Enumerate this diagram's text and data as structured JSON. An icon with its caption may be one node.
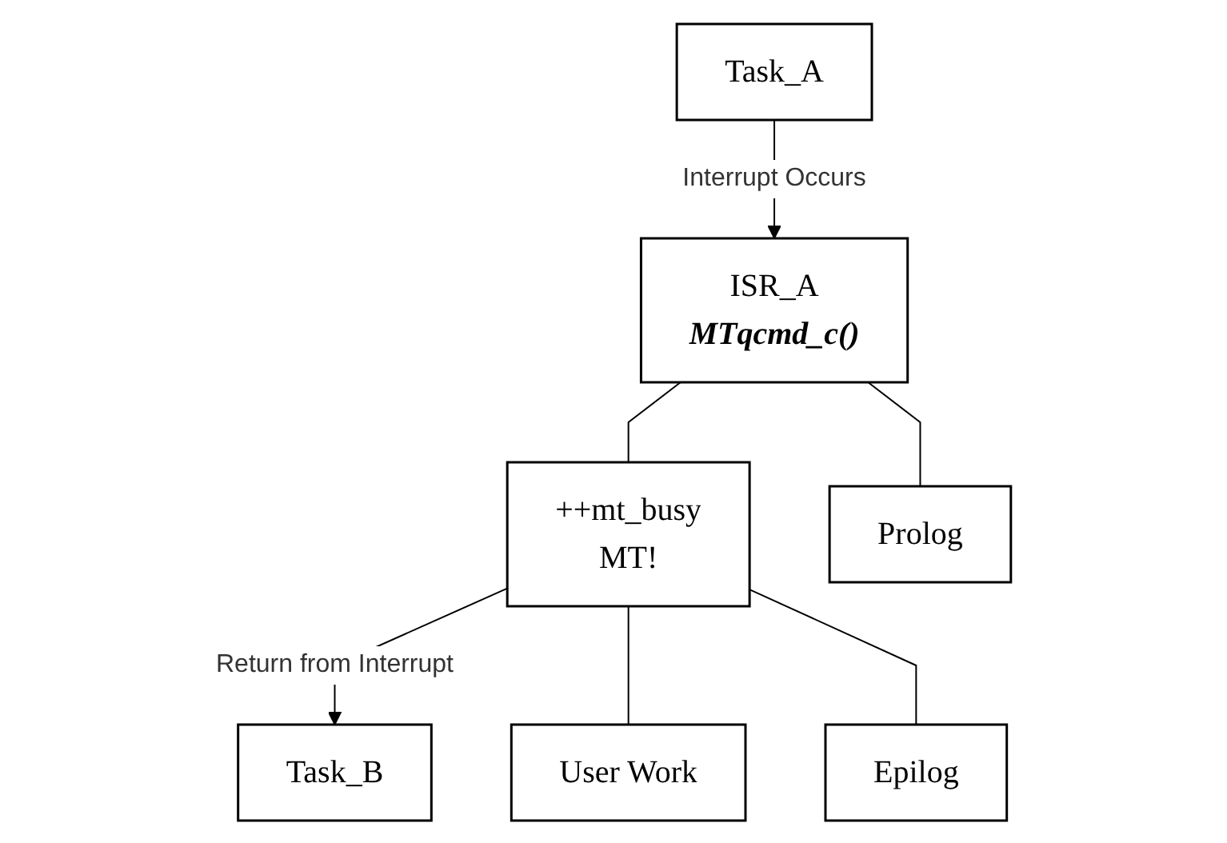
{
  "diagram": {
    "nodes": [
      {
        "text": [
          "Task_A"
        ]
      },
      {
        "text": [
          "ISR_A",
          "MTqcmd_c()"
        ]
      },
      {
        "text": [
          "++mt_busy MT!"
        ]
      },
      {
        "text": [
          "Task_B"
        ]
      },
      {
        "text": [
          "Prolog"
        ]
      },
      {
        "text": [
          "User Work"
        ]
      },
      {
        "text": [
          "Epilog"
        ]
      }
    ],
    "edges": [
      {
        "from": 0,
        "to": 1,
        "arrow": "to",
        "label": "Interrupt Occurs"
      },
      {
        "from": 1,
        "to": 2,
        "arrow": "none"
      },
      {
        "from": 2,
        "to": 3,
        "arrow": "to",
        "label": "Return from Interrupt"
      },
      {
        "from": 1,
        "to": 4,
        "arrow": "none"
      },
      {
        "from": 2,
        "to": 5,
        "arrow": "none"
      },
      {
        "from": 2,
        "to": 6,
        "arrow": "none"
      }
    ]
  }
}
